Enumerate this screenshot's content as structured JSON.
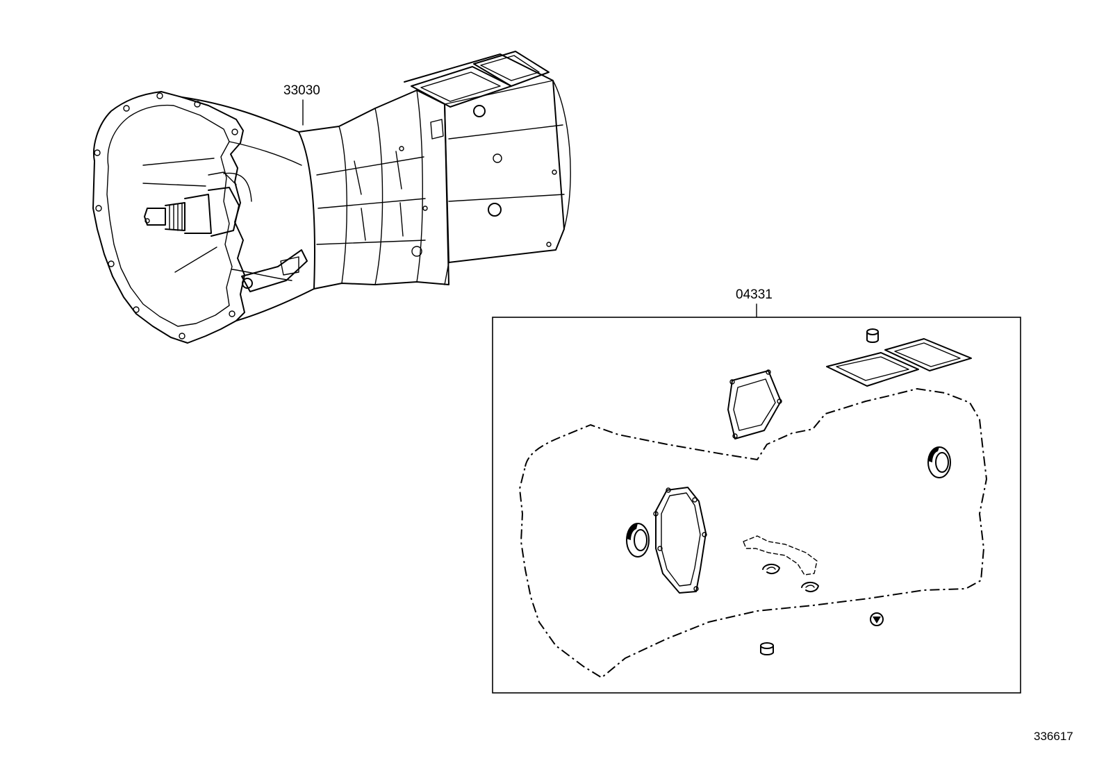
{
  "parts": {
    "transmission_assembly": {
      "part_number": "33030"
    },
    "gasket_kit": {
      "part_number": "04331"
    }
  },
  "drawing_id": "336617"
}
